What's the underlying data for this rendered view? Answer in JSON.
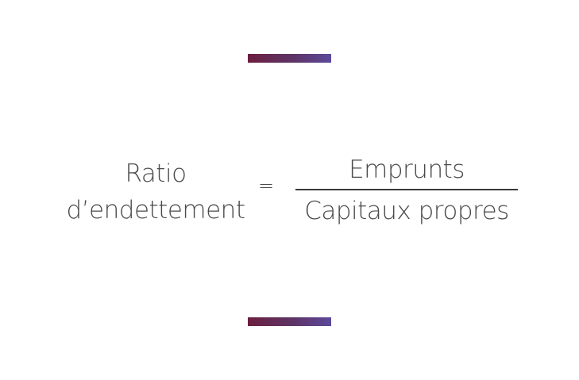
{
  "formula": {
    "lhs_line1": "Ratio",
    "lhs_line2": "d’endettement",
    "operator": "=",
    "numerator": "Emprunts",
    "denominator": "Capitaux propres"
  },
  "colors": {
    "accent_start": "#6b1f3f",
    "accent_end": "#5c4a9a",
    "text": "#4a4a4a"
  }
}
